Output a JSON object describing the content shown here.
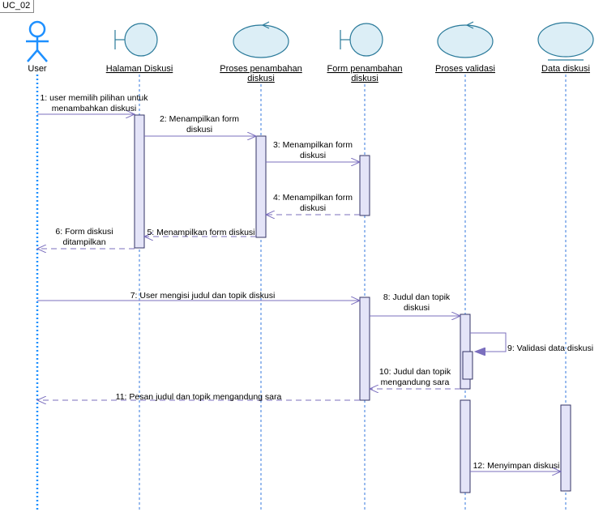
{
  "frame_label": "UC_02",
  "colors": {
    "shape_fill": "#dceef6",
    "shape_stroke": "#2a7a9a",
    "actor": "#1e90ff",
    "lifeline": "#3377dd",
    "activation_fill": "#e4e4f8",
    "activation_stroke": "#333366",
    "message": "#7b6fbe"
  },
  "participants": [
    {
      "id": "user",
      "type": "actor",
      "label": "User"
    },
    {
      "id": "halaman",
      "type": "boundary",
      "label": "Halaman Diskusi"
    },
    {
      "id": "proses_penambahan",
      "type": "control",
      "label": "Proses penambahan diskusi"
    },
    {
      "id": "form",
      "type": "boundary",
      "label": "Form penambahan diskusi"
    },
    {
      "id": "validasi",
      "type": "control",
      "label": "Proses validasi"
    },
    {
      "id": "data",
      "type": "entity",
      "label": "Data diskusi"
    }
  ],
  "messages": [
    {
      "n": "1",
      "lines": [
        "1: user memilih pilihan untuk",
        "menambahkan diskusi"
      ],
      "kind": "sync"
    },
    {
      "n": "2",
      "lines": [
        "2: Menampilkan form",
        "diskusi"
      ],
      "kind": "sync"
    },
    {
      "n": "3",
      "lines": [
        "3: Menampilkan form",
        "diskusi"
      ],
      "kind": "sync"
    },
    {
      "n": "4",
      "lines": [
        "4: Menampilkan form",
        "diskusi"
      ],
      "kind": "return"
    },
    {
      "n": "5",
      "lines": [
        "5: Menampilkan form diskusi"
      ],
      "kind": "return"
    },
    {
      "n": "6",
      "lines": [
        "6: Form diskusi",
        "ditampilkan"
      ],
      "kind": "return"
    },
    {
      "n": "7",
      "lines": [
        "7: User mengisi judul dan topik diskusi"
      ],
      "kind": "sync"
    },
    {
      "n": "8",
      "lines": [
        "8: Judul dan topik",
        "diskusi"
      ],
      "kind": "sync"
    },
    {
      "n": "9",
      "lines": [
        "9: Validasi data diskusi"
      ],
      "kind": "self"
    },
    {
      "n": "10",
      "lines": [
        "10: Judul dan topik",
        "mengandung sara"
      ],
      "kind": "return"
    },
    {
      "n": "11",
      "lines": [
        "11: Pesan judul dan topik mengandung sara"
      ],
      "kind": "return"
    },
    {
      "n": "12",
      "lines": [
        "12: Menyimpan diskusi"
      ],
      "kind": "sync"
    }
  ]
}
